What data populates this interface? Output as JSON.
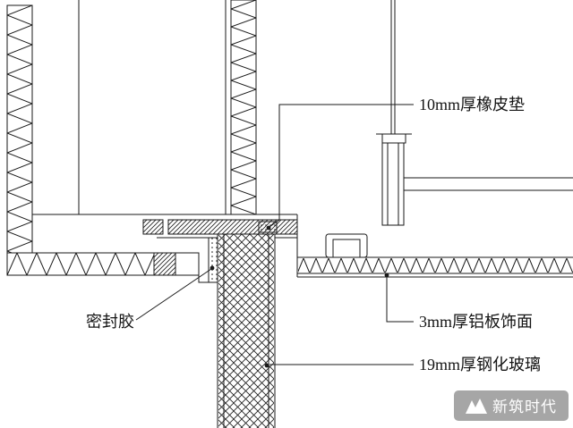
{
  "drawing": {
    "labels": {
      "rubber_pad": "10mm厚橡皮垫",
      "sealant": "密封胶",
      "aluminum_panel": "3mm厚铝板饰面",
      "tempered_glass": "19mm厚钢化玻璃"
    },
    "colors": {
      "line": "#1a1a1a",
      "background": "#ffffff",
      "watermark_background": "#9e9e9e",
      "watermark_text": "#ffffff"
    },
    "icons": {
      "watermark_logo": "bird-logo-icon"
    }
  },
  "watermark": {
    "text": "新筑时代"
  }
}
